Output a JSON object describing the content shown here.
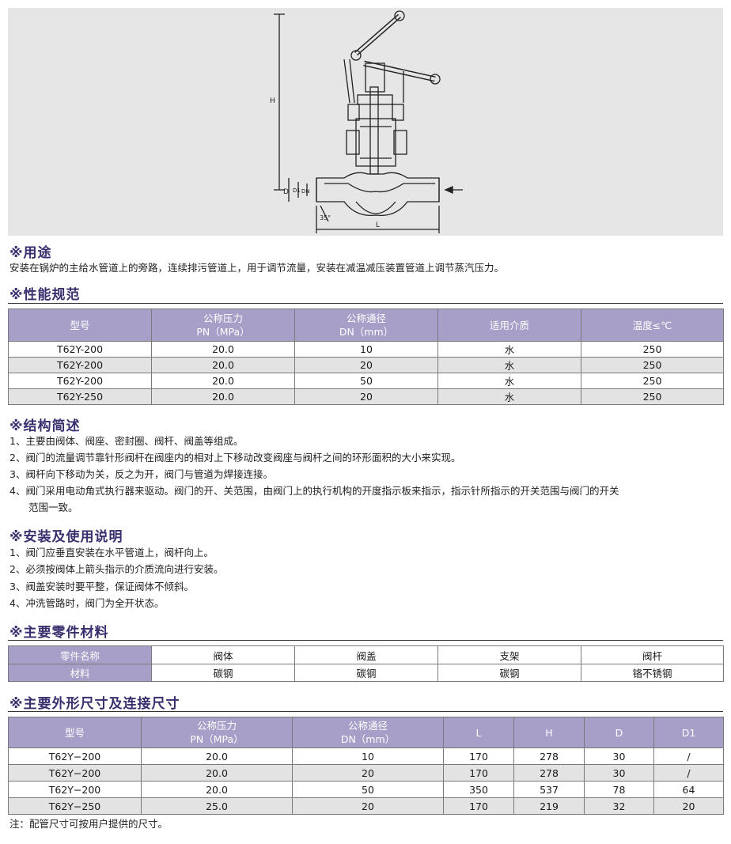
{
  "figure": {
    "dimension_labels": {
      "H": "H",
      "L": "L",
      "D": "D",
      "D1": "D1",
      "DN": "DN",
      "angle": "35°"
    }
  },
  "sections": {
    "usage": {
      "title": "※用途",
      "text": "安装在锅炉的主给水管道上的旁路，连续排污管道上，用于调节流量，安装在减温减压装置管道上调节蒸汽压力。"
    },
    "spec": {
      "title": "※性能规范",
      "headers": [
        {
          "l1": "型号",
          "l2": ""
        },
        {
          "l1": "公称压力",
          "l2": "PN（MPa）"
        },
        {
          "l1": "公称通径",
          "l2": "DN（mm）"
        },
        {
          "l1": "适用介质",
          "l2": ""
        },
        {
          "l1": "温度≤℃",
          "l2": ""
        }
      ],
      "rows": [
        [
          "T62Y-200",
          "20.0",
          "10",
          "水",
          "250"
        ],
        [
          "T62Y-200",
          "20.0",
          "20",
          "水",
          "250"
        ],
        [
          "T62Y-200",
          "20.0",
          "50",
          "水",
          "250"
        ],
        [
          "T62Y-250",
          "20.0",
          "20",
          "水",
          "250"
        ]
      ]
    },
    "structure": {
      "title": "※结构简述",
      "items": [
        "1、主要由阀体、阀座、密封圈、阀杆、阀盖等组成。",
        "2、阀门的流量调节靠针形阀杆在阀座内的相对上下移动改变阀座与阀杆之间的环形面积的大小来实现。",
        "3、阀杆向下移动为关，反之为开，阀门与管道为焊接连接。",
        "4、阀门采用电动角式执行器来驱动。阀门的开、关范围，由阀门上的执行机构的开度指示板来指示，指示针所指示的开关范围与阀门的开关",
        "范围一致。"
      ]
    },
    "install": {
      "title": "※安装及使用说明",
      "items": [
        "1、阀门应垂直安装在水平管道上，阀杆向上。",
        "2、必须按阀体上箭头指示的介质流向进行安装。",
        "3、阀盖安装时要平整，保证阀体不倾斜。",
        "4、冲洗管路时，阀门为全开状态。"
      ]
    },
    "materials": {
      "title": "※主要零件材料",
      "row1": [
        "零件名称",
        "阀体",
        "阀盖",
        "支架",
        "阀杆"
      ],
      "row2": [
        "材料",
        "碳钢",
        "碳钢",
        "碳钢",
        "铬不锈钢"
      ]
    },
    "dimensions": {
      "title": "※主要外形尺寸及连接尺寸",
      "headers": [
        {
          "l1": "型号",
          "l2": ""
        },
        {
          "l1": "公称压力",
          "l2": "PN（MPa）"
        },
        {
          "l1": "公称通径",
          "l2": "DN（mm）"
        },
        {
          "l1": "L",
          "l2": ""
        },
        {
          "l1": "H",
          "l2": ""
        },
        {
          "l1": "D",
          "l2": ""
        },
        {
          "l1": "D1",
          "l2": ""
        }
      ],
      "rows": [
        [
          "T62Y−200",
          "20.0",
          "10",
          "170",
          "278",
          "30",
          "/"
        ],
        [
          "T62Y−200",
          "20.0",
          "20",
          "170",
          "278",
          "30",
          "/"
        ],
        [
          "T62Y−200",
          "20.0",
          "50",
          "350",
          "537",
          "78",
          "64"
        ],
        [
          "T62Y−250",
          "25.0",
          "20",
          "170",
          "219",
          "32",
          "20"
        ]
      ],
      "note": "注：配管尺寸可按用户提供的尺寸。"
    }
  }
}
